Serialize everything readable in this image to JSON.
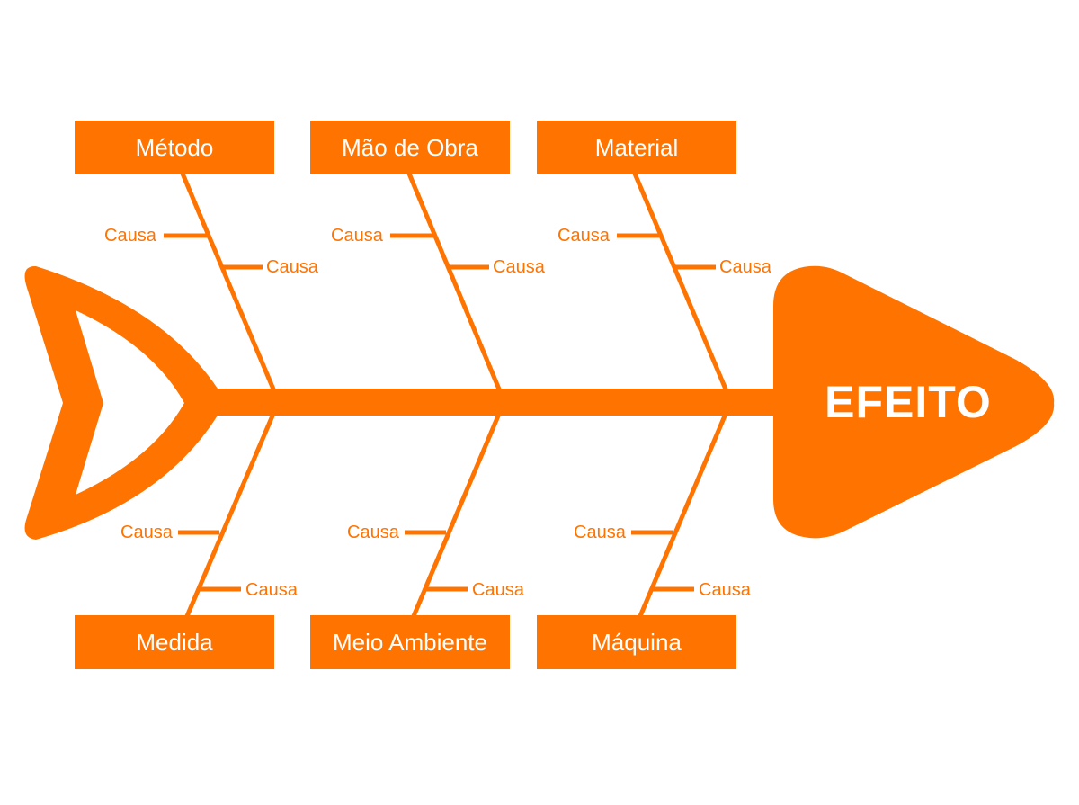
{
  "diagram": {
    "type": "ishikawa-fishbone",
    "accent_color": "#ff7400",
    "effect": "EFEITO",
    "top_categories": [
      {
        "label": "Método",
        "causes": [
          "Causa",
          "Causa"
        ]
      },
      {
        "label": "Mão de Obra",
        "causes": [
          "Causa",
          "Causa"
        ]
      },
      {
        "label": "Material",
        "causes": [
          "Causa",
          "Causa"
        ]
      }
    ],
    "bottom_categories": [
      {
        "label": "Medida",
        "causes": [
          "Causa",
          "Causa"
        ]
      },
      {
        "label": "Meio Ambiente",
        "causes": [
          "Causa",
          "Causa"
        ]
      },
      {
        "label": "Máquina",
        "causes": [
          "Causa",
          "Causa"
        ]
      }
    ]
  }
}
